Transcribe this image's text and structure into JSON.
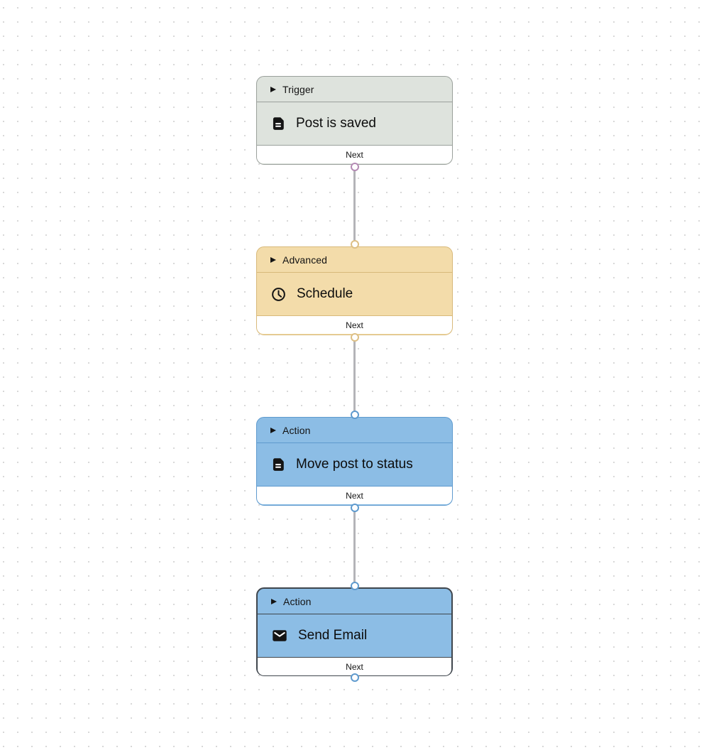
{
  "canvas": {
    "background": "#ffffff",
    "dot_color": "#d8d8d8",
    "connector_color": "#b4b4b8"
  },
  "nodes": [
    {
      "category": "Trigger",
      "title": "Post is saved",
      "icon": "document-icon",
      "header_icon": "play-icon",
      "footer_label": "Next",
      "selected": false,
      "has_input_port": false,
      "has_output_port": true,
      "colors": {
        "fill": "#dee3dd",
        "border": "#9aa09b",
        "port": "#b48bb4"
      }
    },
    {
      "category": "Advanced",
      "title": "Schedule",
      "icon": "clock-icon",
      "header_icon": "play-icon",
      "footer_label": "Next",
      "selected": false,
      "has_input_port": true,
      "has_output_port": true,
      "colors": {
        "fill": "#f3dcaa",
        "border": "#d8b97a",
        "port": "#ddbf85"
      }
    },
    {
      "category": "Action",
      "title": "Move post to status",
      "icon": "document-icon",
      "header_icon": "play-icon",
      "footer_label": "Next",
      "selected": false,
      "has_input_port": true,
      "has_output_port": true,
      "colors": {
        "fill": "#8cbde5",
        "border": "#5e9ace",
        "port": "#5e9ace"
      }
    },
    {
      "category": "Action",
      "title": "Send Email",
      "icon": "email-icon",
      "header_icon": "play-icon",
      "footer_label": "Next",
      "selected": true,
      "has_input_port": true,
      "has_output_port": true,
      "colors": {
        "fill": "#8cbde5",
        "border": "#3f464d",
        "port": "#5e9ace"
      }
    }
  ]
}
